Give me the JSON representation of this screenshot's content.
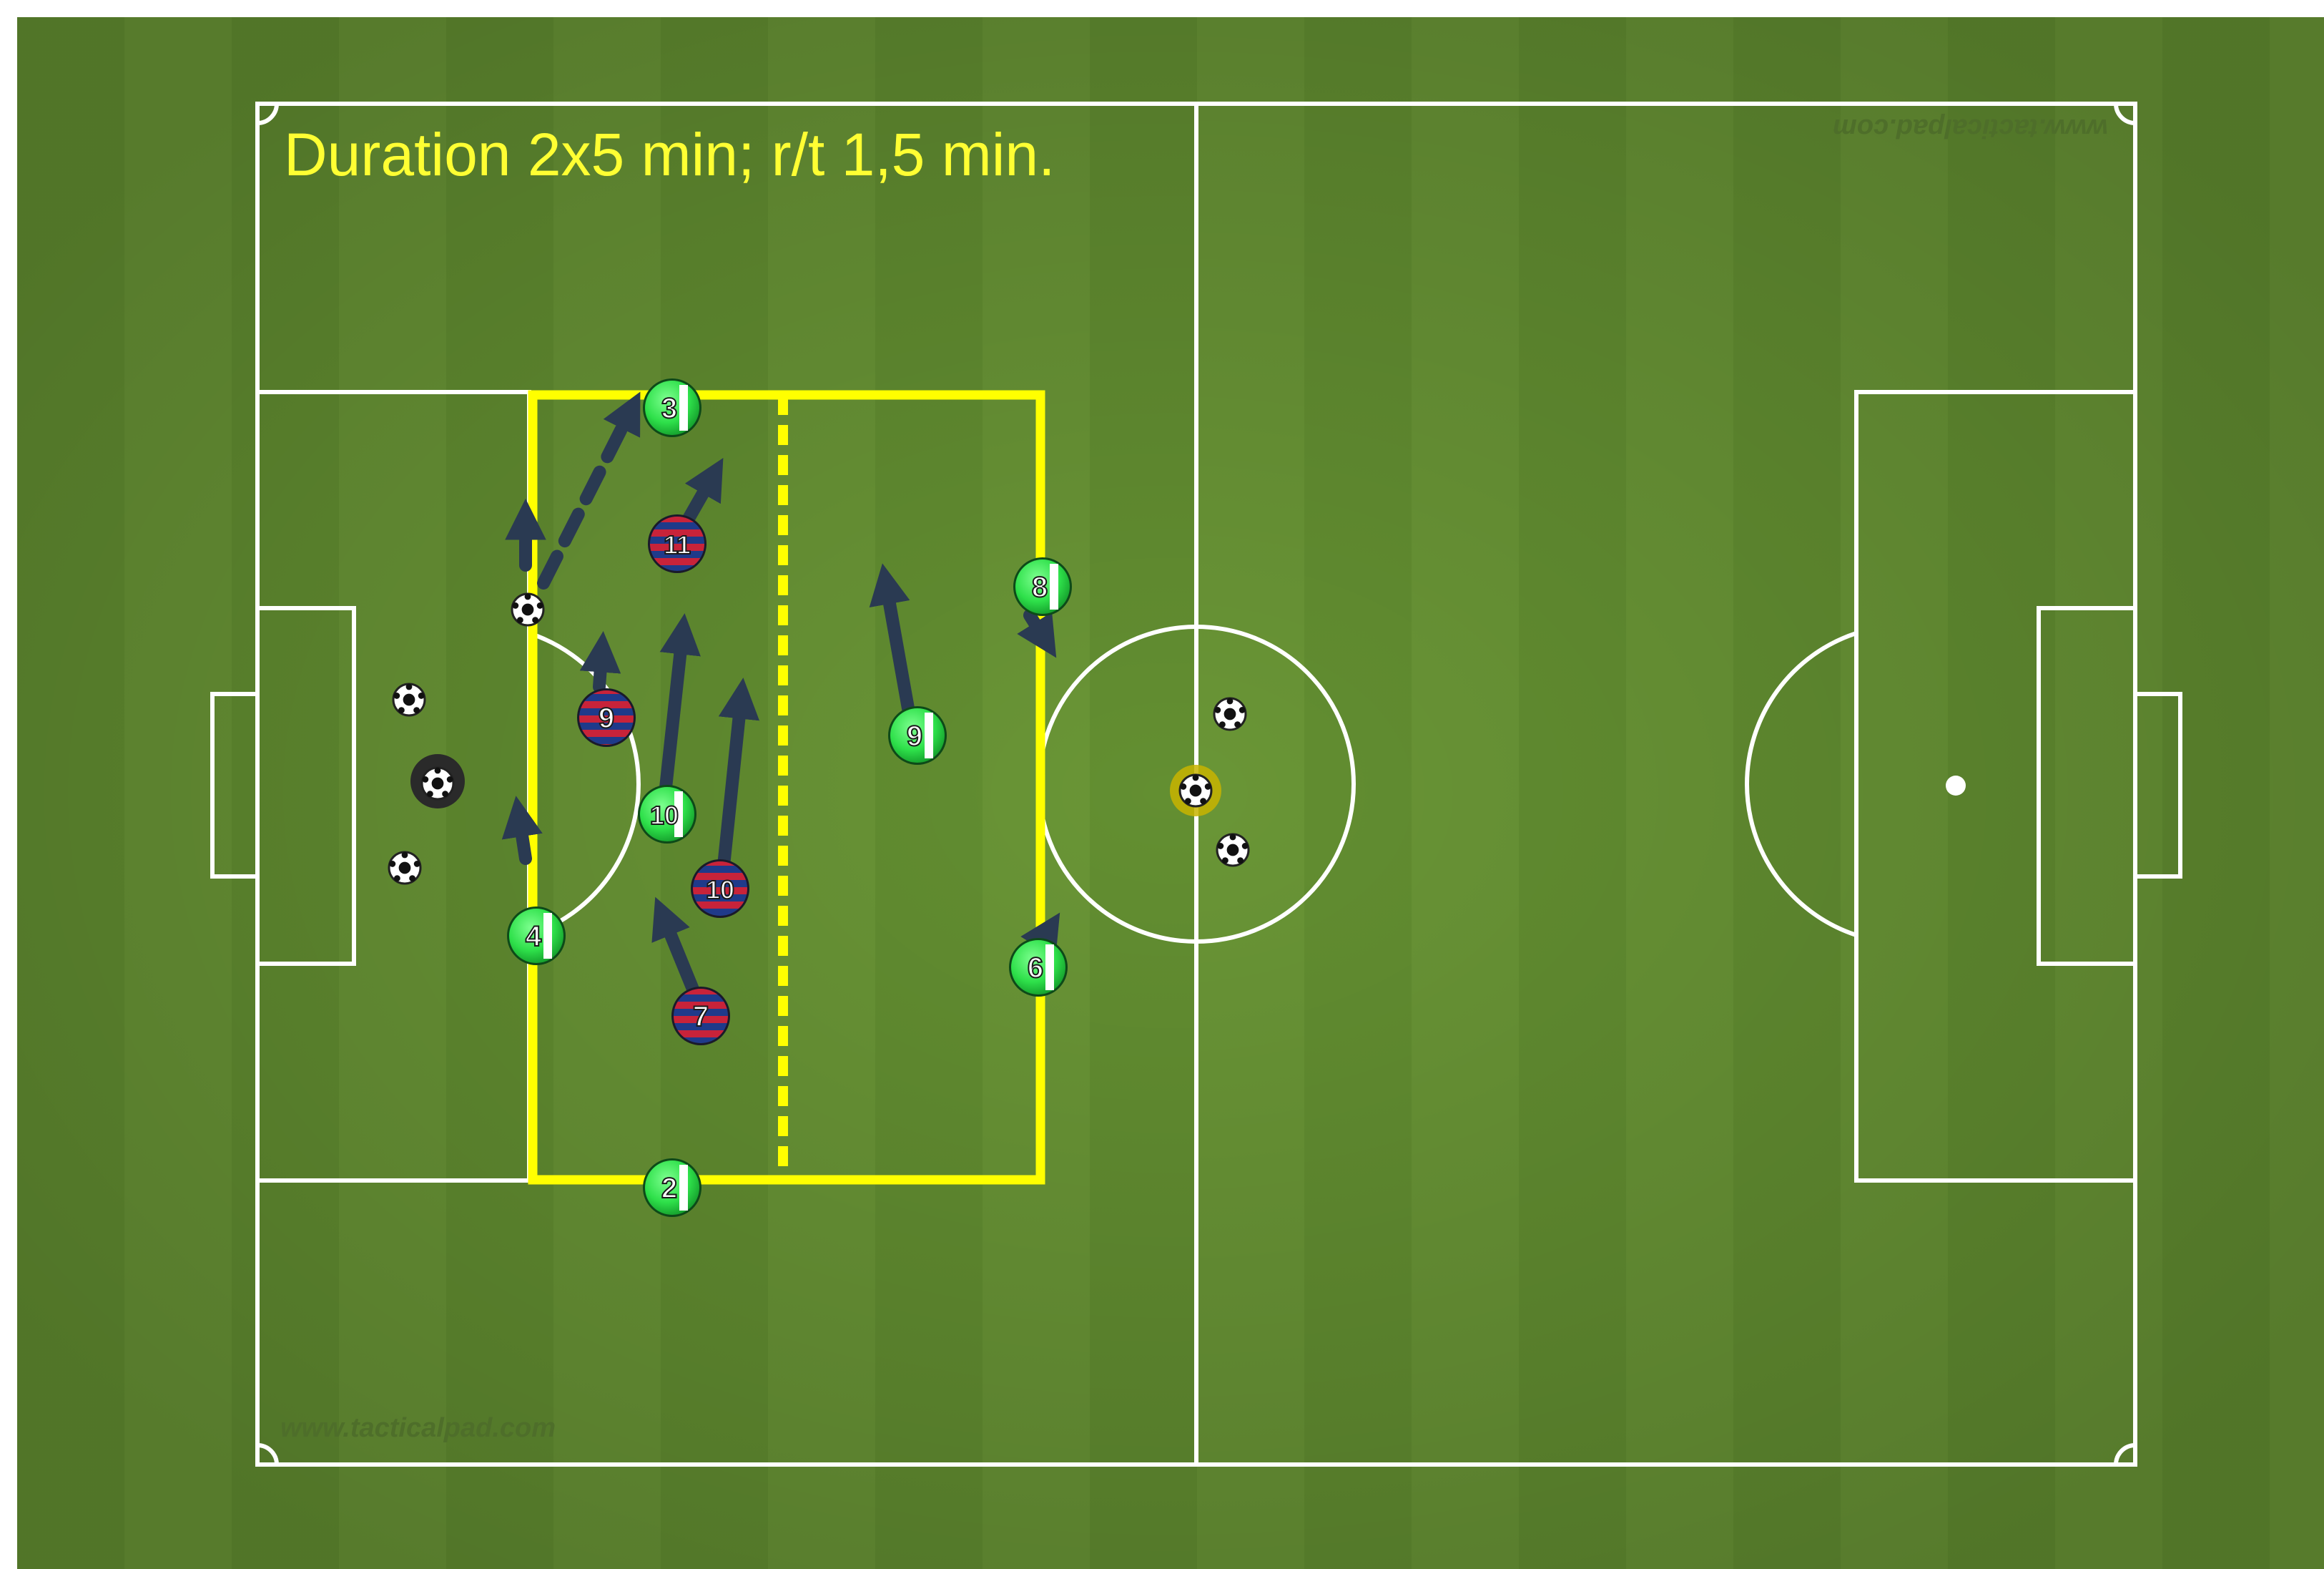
{
  "title": "Duration 2x5 min; r/t 1,5 min.",
  "watermark_bottom": "www.tacticalpad.com",
  "watermark_top": "www.tacticalpad.com",
  "colors": {
    "grass_light": "#6f9a3a",
    "grass_dark": "#5f8a2f",
    "lines": "#ffffff",
    "zone": "#ffff00",
    "title_text": "#ffff33",
    "arrow": "#2a3a52",
    "team_green": "#2ee04a",
    "team_red": "#c8233a",
    "team_blue": "#1f3a8a"
  },
  "players_green": [
    "3",
    "8",
    "9",
    "10",
    "4",
    "6",
    "2"
  ],
  "players_red": [
    "11",
    "9",
    "10",
    "7"
  ],
  "balls": [
    "ball-left-top",
    "ball-left-mid",
    "ball-left-bottom",
    "ball-center-top",
    "ball-center",
    "ball-center-bottom",
    "ball-at-player"
  ],
  "icons": {
    "player_green": "green-player-icon",
    "player_red": "red-striped-player-icon",
    "ball": "soccer-ball-icon",
    "arrow": "movement-arrow-icon"
  }
}
